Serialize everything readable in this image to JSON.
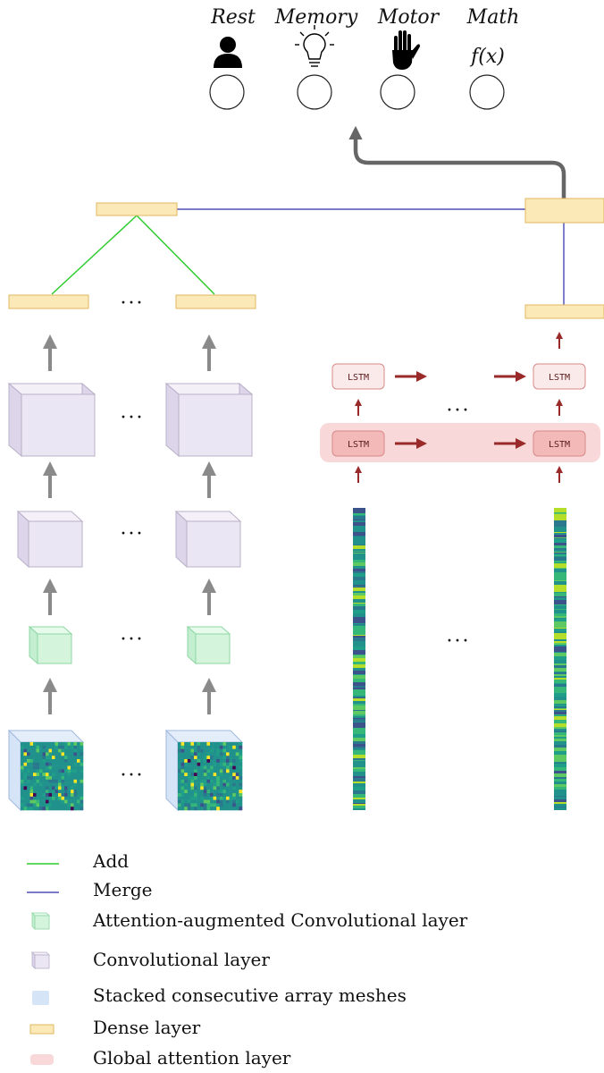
{
  "classes": [
    {
      "label": "Rest",
      "icon": "person-icon"
    },
    {
      "label": "Memory",
      "icon": "lightbulb-icon"
    },
    {
      "label": "Motor",
      "icon": "hand-icon"
    },
    {
      "label": "Math",
      "icon": "function-icon",
      "icon_text": "f(x)"
    }
  ],
  "ellipsis": "···",
  "lstm": {
    "cell_label": "LSTM"
  },
  "legend": [
    {
      "label": "Add",
      "kind": "line",
      "color": "#2ecc2e"
    },
    {
      "label": "Merge",
      "kind": "line",
      "color": "#2a2aa8"
    },
    {
      "label": "Attention-augmented Convolutional layer",
      "kind": "cube",
      "color": "#d4f5dc"
    },
    {
      "label": "Convolutional layer",
      "kind": "cube",
      "color": "#ebe6f4"
    },
    {
      "label": "Stacked consecutive array meshes",
      "kind": "box",
      "color": "#d6e4f7"
    },
    {
      "label": "Dense layer",
      "kind": "box",
      "color": "#fbe9b8"
    },
    {
      "label": "Global attention layer",
      "kind": "box",
      "color": "#f8d8d8"
    }
  ],
  "colors": {
    "dense_fill": "#fbe9b8",
    "dense_stroke": "#e0b860",
    "add_line": "#2ecc2e",
    "merge_line": "#2a2aa8",
    "conv_fill": "#ebe6f4",
    "attn_conv_fill": "#d4f5dc",
    "mesh_fill": "#d6e4f7",
    "lstm_fill": "#f8d8d8",
    "gray_arrow": "#8a8a8a",
    "red_arrow": "#9a2a2a"
  }
}
